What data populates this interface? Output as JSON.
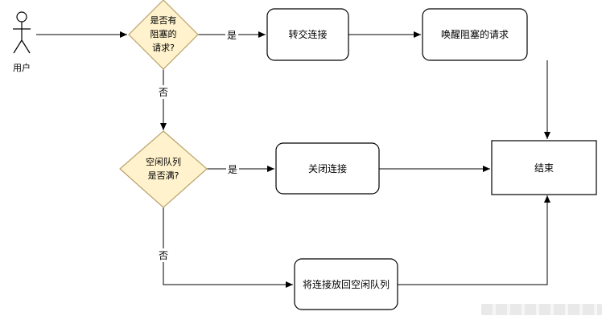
{
  "actor": {
    "label": "用户"
  },
  "decision_blocked": {
    "lines": [
      "是否有",
      "阻塞的",
      "请求?"
    ]
  },
  "decision_queue": {
    "lines": [
      "空闲队列",
      "是否满?"
    ]
  },
  "process_handoff": {
    "label": "转交连接"
  },
  "process_wake": {
    "label": "唤醒阻塞的请求"
  },
  "process_close": {
    "label": "关闭连接"
  },
  "process_return": {
    "label": "将连接放回空闲队列"
  },
  "terminal_end": {
    "label": "结束"
  },
  "edge_labels": {
    "yes_top": "是",
    "no_top": "否",
    "yes_mid": "是",
    "no_mid": "否"
  },
  "colors": {
    "decision_fill": "#fff2cc",
    "decision_stroke": "#b8a16a",
    "stroke": "#000000"
  }
}
